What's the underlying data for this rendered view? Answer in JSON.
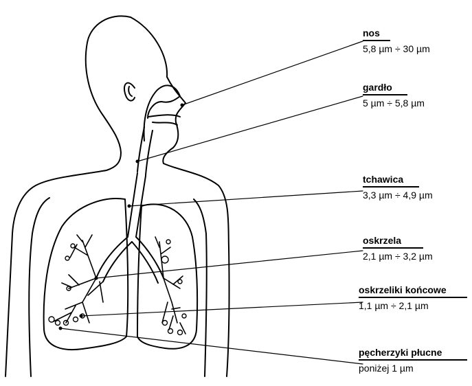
{
  "labels": [
    {
      "name": "nos",
      "range": "5,8 µm ÷ 30 µm"
    },
    {
      "name": "gardło",
      "range": "5 µm ÷ 5,8 µm"
    },
    {
      "name": "tchawica",
      "range": "3,3 µm ÷ 4,9 µm"
    },
    {
      "name": "oskrzela",
      "range": "2,1 µm ÷ 3,2 µm"
    },
    {
      "name": "oskrzeliki końcowe",
      "range": "1,1 µm ÷ 2,1 µm"
    },
    {
      "name": "pęcherzyki płucne",
      "range": "poniżej 1 µm"
    }
  ],
  "colors": {
    "ink": "#000000",
    "background": "#ffffff"
  }
}
